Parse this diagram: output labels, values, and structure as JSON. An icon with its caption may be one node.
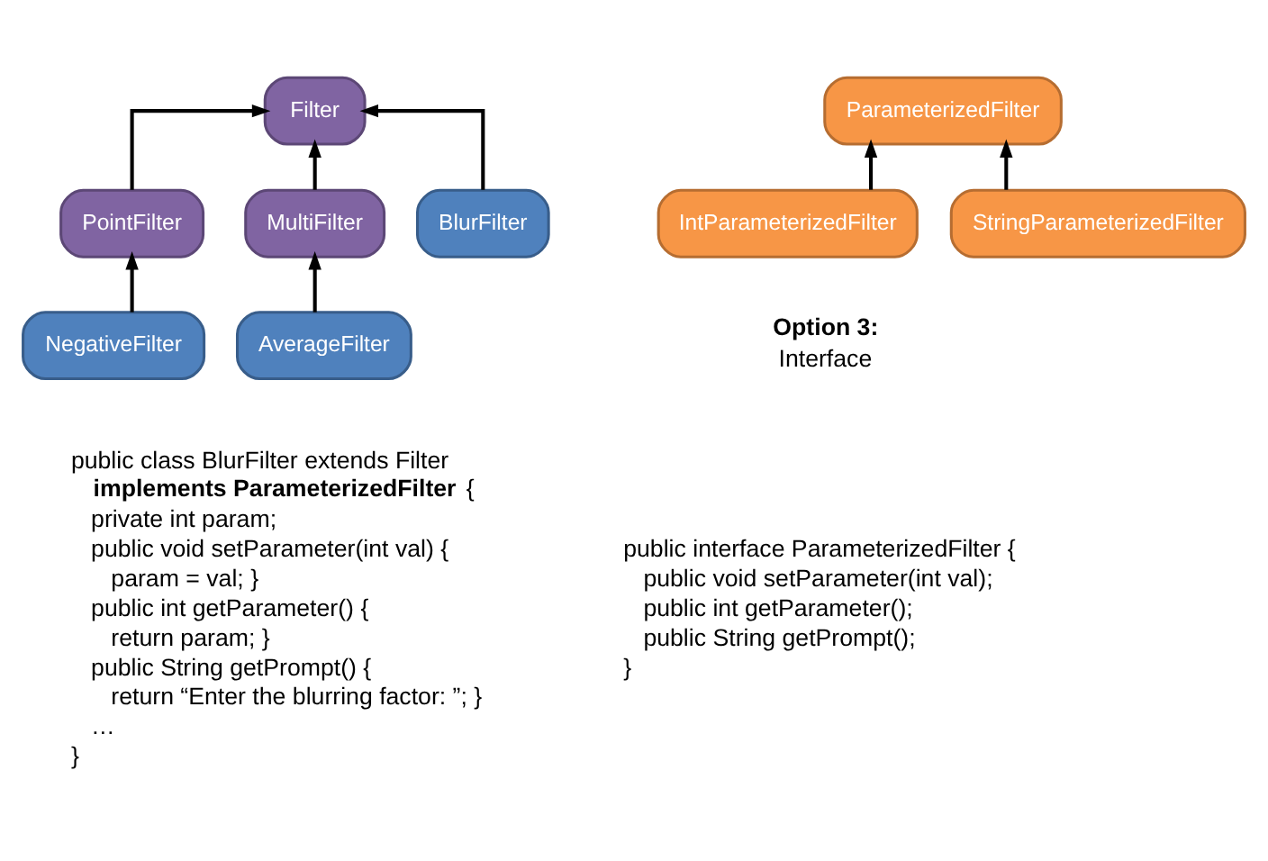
{
  "diagram": {
    "nodes": [
      {
        "text": [
          "Filter"
        ]
      },
      {
        "text": [
          "PointFilter"
        ]
      },
      {
        "text": [
          "BlurFilter"
        ]
      },
      {
        "text": [
          "MultiFilter"
        ]
      },
      {
        "text": [
          "NegativeFilter"
        ]
      },
      {
        "text": [
          "AverageFilter"
        ]
      },
      {
        "text": [
          "ParameterizedFilter"
        ]
      },
      {
        "text": [
          "IntParameterizedFilter"
        ]
      },
      {
        "text": [
          "StringParameterizedFilter"
        ]
      }
    ],
    "edges": [
      {
        "from": 1,
        "to": 0,
        "arrow": "to"
      },
      {
        "from": 2,
        "to": 0,
        "arrow": "to"
      },
      {
        "from": 3,
        "to": 0,
        "arrow": "to"
      },
      {
        "from": 4,
        "to": 1,
        "arrow": "to"
      },
      {
        "from": 5,
        "to": 3,
        "arrow": "to"
      },
      {
        "from": 7,
        "to": 6,
        "arrow": "to"
      },
      {
        "from": 8,
        "to": 6,
        "arrow": "to"
      }
    ],
    "labels": [
      "public class BlurFilter extends Filter",
      "**implements ParameterizedFilter** {",
      "private int param;",
      "public void setParameter(int val) {",
      "param = val; }",
      "public int getParameter() {",
      "return param; }",
      "public String getPrompt() {",
      "return “Enter the blurring factor: ”; }",
      "…",
      "}",
      "Option 3:",
      "Interface",
      "public interface ParameterizedFilter {",
      "public void setParameter(int val);",
      "public int getParameter();",
      "public String getPrompt();",
      "}"
    ]
  }
}
